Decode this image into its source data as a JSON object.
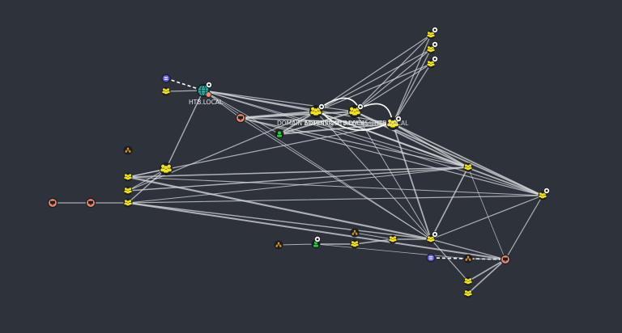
{
  "labels": {
    "domain": "HTB.LOCAL",
    "group_admins": "DOMAIN ADMINS@HTB.LOCAL",
    "group_overlap": "ENTERPRISE ADMINS@HTB.LOCAL"
  },
  "colors": {
    "background": "#2e333b",
    "edge": "#d7d9dc",
    "group": "#f2e21a",
    "user": "#1fcf36",
    "computer": "#f08a6c",
    "ou": "#f6a21a",
    "domain": "#1cc6b0",
    "gpo": "#5a56d8"
  },
  "icon_names": {
    "group": "group-icon",
    "user": "user-icon",
    "computer": "computer-icon",
    "ou": "ou-icon",
    "domain": "globe-icon",
    "gpo": "list-icon",
    "badge": "target-badge-icon"
  }
}
